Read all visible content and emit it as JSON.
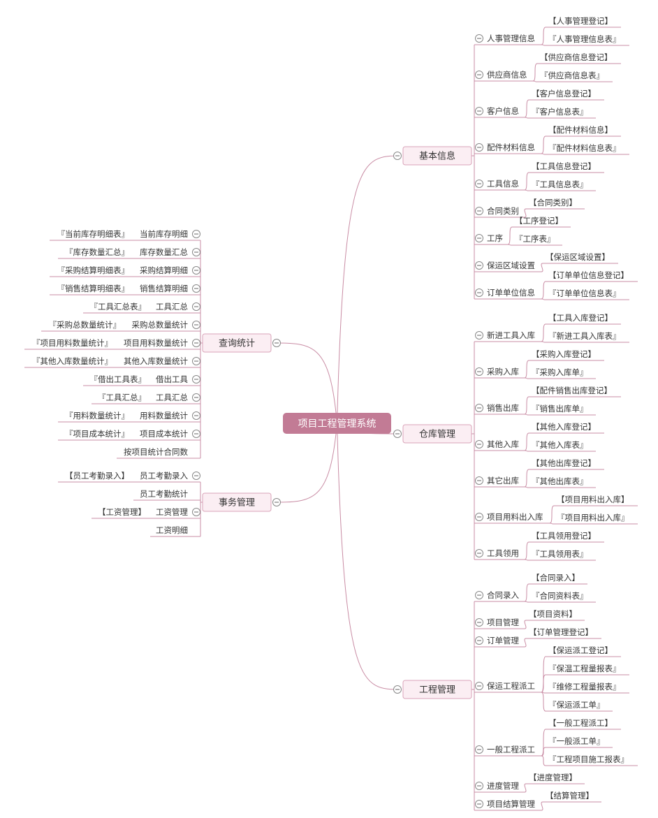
{
  "root": {
    "label": "项目工程管理系统"
  },
  "colors": {
    "root_bg": "#c27b95",
    "line": "#c98ca4",
    "box_bg": "#fbeef3",
    "box_border": "#d9a3b8"
  },
  "branches": [
    {
      "label": "基本信息",
      "children": [
        {
          "label": "人事管理信息",
          "leaves": [
            "【人事管理登记】",
            "『人事管理信息表』"
          ]
        },
        {
          "label": "供应商信息",
          "leaves": [
            "【供应商信息登记】",
            "『供应商信息表』"
          ]
        },
        {
          "label": "客户信息",
          "leaves": [
            "【客户信息登记】",
            "『客户信息表』"
          ]
        },
        {
          "label": "配件材料信息",
          "leaves": [
            "【配件材料信息】",
            "『配件材料信息表』"
          ]
        },
        {
          "label": "工具信息",
          "leaves": [
            "【工具信息登记】",
            "『工具信息表』"
          ]
        },
        {
          "label": "合同类别",
          "leaves": [
            "【合同类别】"
          ]
        },
        {
          "label": "工序",
          "leaves": [
            "【工序登记】",
            "『工序表』"
          ]
        },
        {
          "label": "保运区域设置",
          "leaves": [
            "【保运区域设置】"
          ]
        },
        {
          "label": "订单单位信息",
          "leaves": [
            "【订单单位信息登记】",
            "『订单单位信息表』"
          ]
        }
      ]
    },
    {
      "label": "仓库管理",
      "children": [
        {
          "label": "新进工具入库",
          "leaves": [
            "【工具入库登记】",
            "『新进工具入库表』"
          ]
        },
        {
          "label": "采购入库",
          "leaves": [
            "【采购入库登记】",
            "『采购入库单』"
          ]
        },
        {
          "label": "销售出库",
          "leaves": [
            "【配件销售出库登记】",
            "『销售出库单』"
          ]
        },
        {
          "label": "其他入库",
          "leaves": [
            "【其他入库登记】",
            "『其他入库表』"
          ]
        },
        {
          "label": "其它出库",
          "leaves": [
            "【其他出库登记】",
            "『其他出库表』"
          ]
        },
        {
          "label": "项目用料出入库",
          "leaves": [
            "【项目用料出入库】",
            "『项目用料出入库』"
          ]
        },
        {
          "label": "工具领用",
          "leaves": [
            "【工具领用登记】",
            "『工具领用表』"
          ]
        }
      ]
    },
    {
      "label": "工程管理",
      "children": [
        {
          "label": "合同录入",
          "leaves": [
            "【合同录入】",
            "『合同资料表』"
          ]
        },
        {
          "label": "项目管理",
          "leaves": [
            "【项目资料】"
          ]
        },
        {
          "label": "订单管理",
          "leaves": [
            "【订单管理登记】"
          ]
        },
        {
          "label": "保运工程派工",
          "leaves": [
            "【保运派工登记】",
            "『保温工程量报表』",
            "『维修工程量报表』",
            "『保运派工单』"
          ]
        },
        {
          "label": "一般工程派工",
          "leaves": [
            "【一般工程派工】",
            "『一般派工单』",
            "『工程项目施工报表』"
          ]
        },
        {
          "label": "进度管理",
          "leaves": [
            "【进度管理】"
          ]
        },
        {
          "label": "项目结算管理",
          "leaves": [
            "【结算管理】"
          ]
        }
      ]
    },
    {
      "label": "查询统计",
      "children": [
        {
          "label": "当前库存明细",
          "leaves": [
            "『当前库存明细表』"
          ]
        },
        {
          "label": "库存数量汇总",
          "leaves": [
            "『库存数量汇总』"
          ]
        },
        {
          "label": "采购结算明细",
          "leaves": [
            "『采购结算明细表』"
          ]
        },
        {
          "label": "销售结算明细",
          "leaves": [
            "『销售结算明细表』"
          ]
        },
        {
          "label": "工具汇总",
          "leaves": [
            "『工具汇总表』"
          ]
        },
        {
          "label": "采购总数量统计",
          "leaves": [
            "『采购总数量统计』"
          ]
        },
        {
          "label": "项目用料数量统计",
          "leaves": [
            "『项目用料数量统计』"
          ]
        },
        {
          "label": "其他入库数量统计",
          "leaves": [
            "『其他入库数量统计』"
          ]
        },
        {
          "label": "借出工具",
          "leaves": [
            "『借出工具表』"
          ]
        },
        {
          "label": "工具汇总",
          "leaves": [
            "『工具汇总』"
          ]
        },
        {
          "label": "用料数量统计",
          "leaves": [
            "『用料数量统计』"
          ]
        },
        {
          "label": "项目成本统计",
          "leaves": [
            "『项目成本统计』"
          ]
        },
        {
          "label": "按项目统计合同数",
          "leaves": []
        }
      ]
    },
    {
      "label": "事务管理",
      "children": [
        {
          "label": "员工考勤录入",
          "leaves": [
            "【员工考勤录入】"
          ]
        },
        {
          "label": "员工考勤统计",
          "leaves": []
        },
        {
          "label": "工资管理",
          "leaves": [
            "【工资管理】"
          ]
        },
        {
          "label": "工资明细",
          "leaves": []
        }
      ]
    }
  ]
}
